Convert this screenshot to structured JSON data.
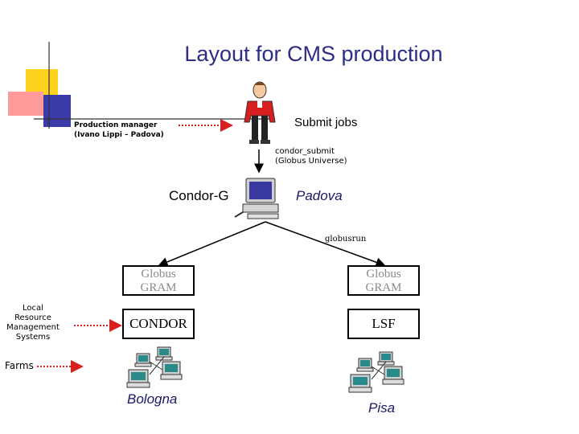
{
  "title": "Layout for CMS production",
  "manager": {
    "line1": "Production manager",
    "line2": "(Ivano Lippi – Padova)"
  },
  "submit_label": "Submit jobs",
  "condor_submit": {
    "line1": "condor_submit",
    "line2": "(Globus Universe)"
  },
  "condor_g_label": "Condor-G",
  "padova_label": "Padova",
  "globusrun_label": "globusrun",
  "left_site": {
    "gram": [
      "Globus",
      "GRAM"
    ],
    "rm": "CONDOR",
    "name": "Bologna"
  },
  "right_site": {
    "gram": [
      "Globus",
      "GRAM"
    ],
    "rm": "LSF",
    "name": "Pisa"
  },
  "lrms_label": [
    "Local",
    "Resource",
    "Management",
    "Systems"
  ],
  "farms_label": "Farms",
  "colors": {
    "title": "#2d2d86",
    "arrow_dotted": "#d92020",
    "deco_yellow": "#ffd21f",
    "deco_blue": "#3a3aa8",
    "deco_pink": "#ff9b9b",
    "person_shirt": "#d81e1e"
  },
  "icons": [
    "person-icon",
    "workstation-icon",
    "computer-farm-icon"
  ]
}
